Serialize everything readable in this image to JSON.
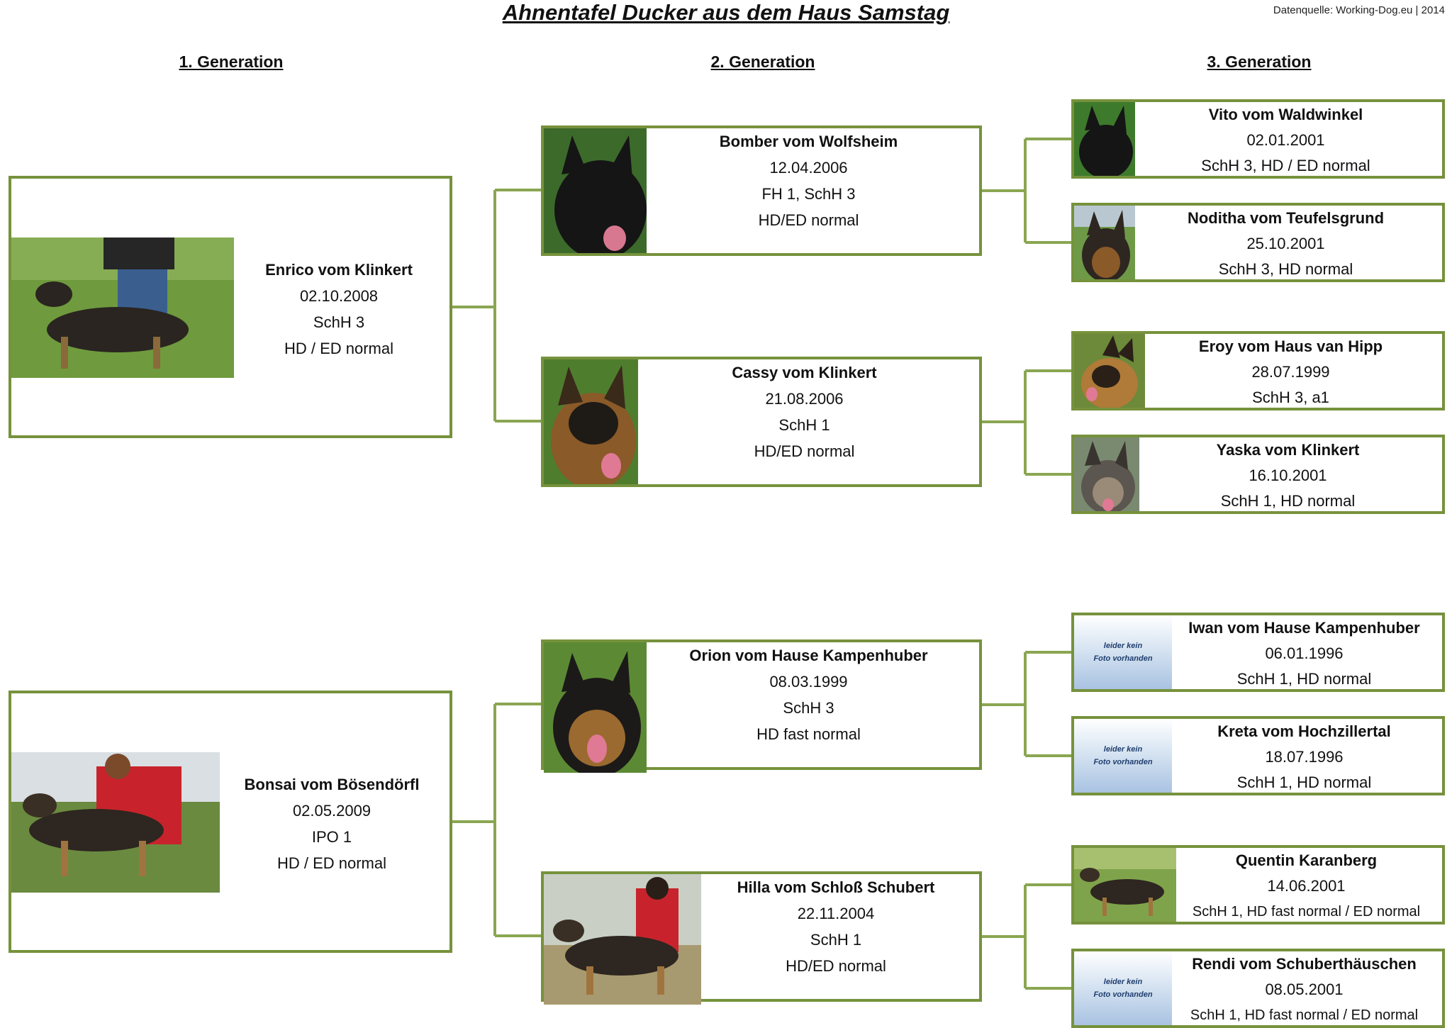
{
  "title": "Ahnentafel Ducker aus dem Haus Samstag",
  "source": "Datenquelle: Working-Dog.eu  |  2014",
  "generations": [
    "1. Generation",
    "2. Generation",
    "3. Generation"
  ],
  "no_photo_text": [
    "leider kein",
    "Foto vorhanden"
  ],
  "colors": {
    "border": "#76923c",
    "connector": "#8aa652"
  },
  "dogs": {
    "g1_0": {
      "name": "Enrico vom Klinkert",
      "date": "02.10.2008",
      "line1": "SchH 3",
      "line2": "HD / ED normal"
    },
    "g1_1": {
      "name": "Bonsai vom Bösendörfl",
      "date": "02.05.2009",
      "line1": "IPO 1",
      "line2": "HD / ED normal"
    },
    "g2_0": {
      "name": "Bomber vom Wolfsheim",
      "date": "12.04.2006",
      "line1": "FH 1, SchH 3",
      "line2": "HD/ED normal"
    },
    "g2_1": {
      "name": "Cassy vom Klinkert",
      "date": "21.08.2006",
      "line1": "SchH 1",
      "line2": "HD/ED normal"
    },
    "g2_2": {
      "name": "Orion vom Hause Kampenhuber",
      "date": "08.03.1999",
      "line1": "SchH 3",
      "line2": "HD fast normal"
    },
    "g2_3": {
      "name": "Hilla vom Schloß Schubert",
      "date": "22.11.2004",
      "line1": "SchH 1",
      "line2": "HD/ED normal"
    },
    "g3_0": {
      "name": "Vito vom Waldwinkel",
      "date": "02.01.2001",
      "line1": "SchH 3, HD / ED normal"
    },
    "g3_1": {
      "name": "Noditha vom Teufelsgrund",
      "date": "25.10.2001",
      "line1": "SchH 3, HD normal"
    },
    "g3_2": {
      "name": "Eroy vom Haus van Hipp",
      "date": "28.07.1999",
      "line1": "SchH 3, a1"
    },
    "g3_3": {
      "name": "Yaska vom Klinkert",
      "date": "16.10.2001",
      "line1": "SchH 1, HD normal"
    },
    "g3_4": {
      "name": "Iwan vom Hause Kampenhuber",
      "date": "06.01.1996",
      "line1": "SchH 1, HD normal"
    },
    "g3_5": {
      "name": "Kreta vom Hochzillertal",
      "date": "18.07.1996",
      "line1": "SchH 1, HD normal"
    },
    "g3_6": {
      "name": "Quentin Karanberg",
      "date": "14.06.2001",
      "line1": "SchH 1, HD fast normal / ED normal"
    },
    "g3_7": {
      "name": "Rendi vom Schuberthäuschen",
      "date": "08.05.2001",
      "line1": "SchH 1, HD fast normal / ED normal"
    }
  }
}
